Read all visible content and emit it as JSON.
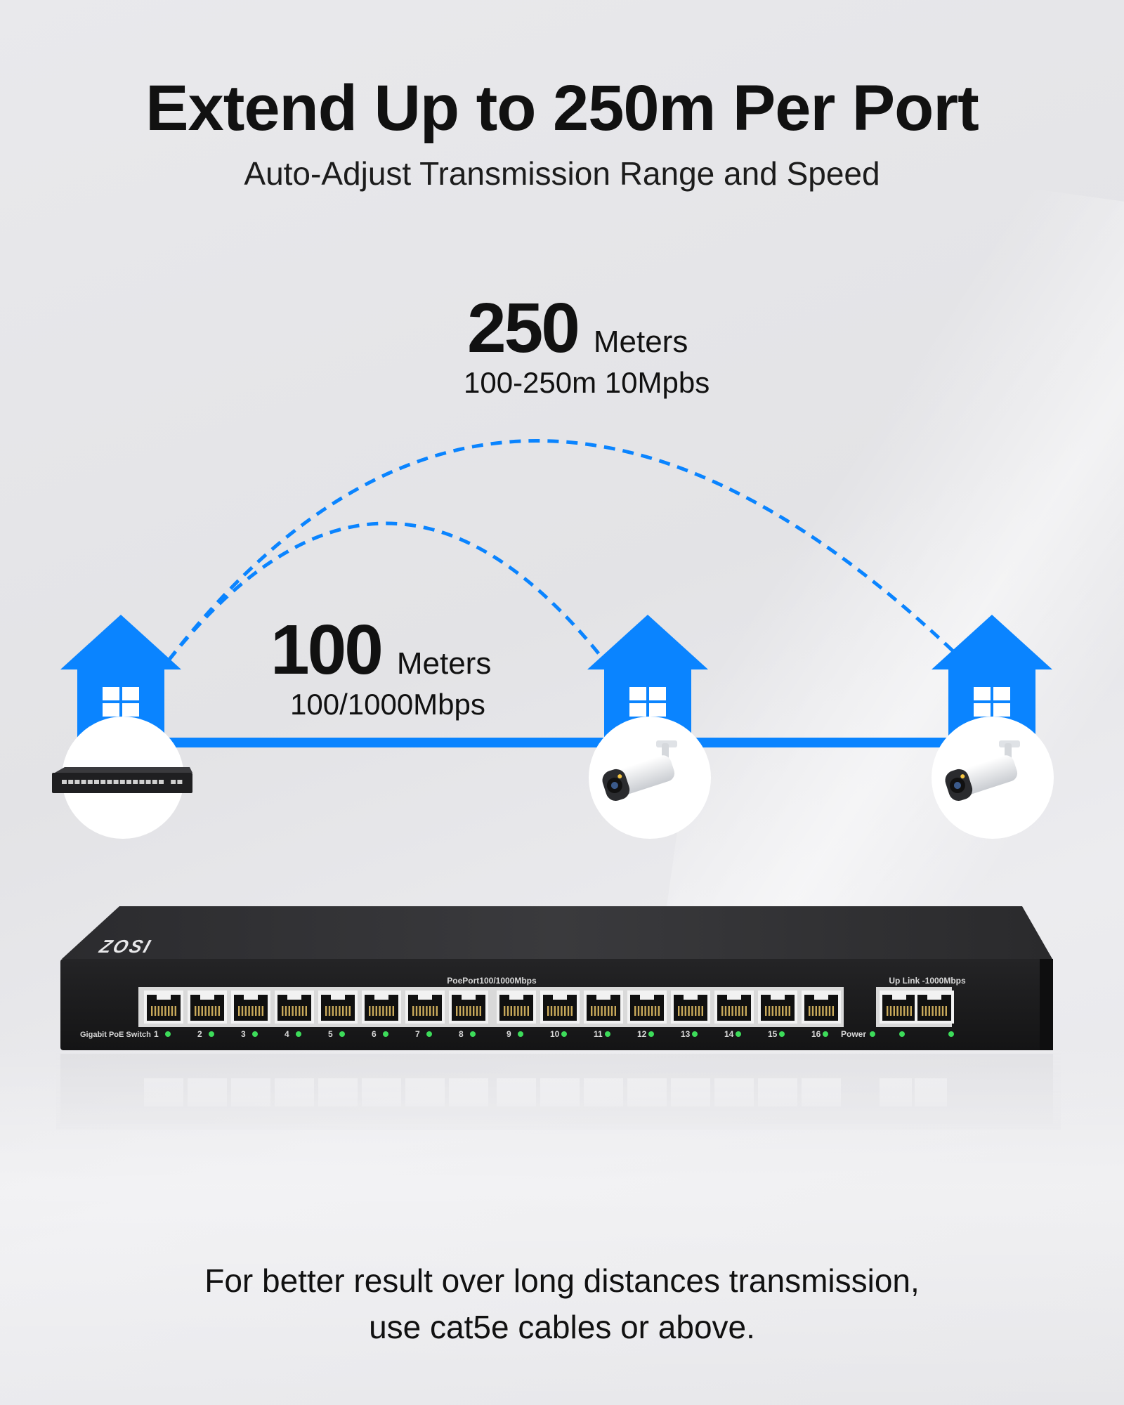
{
  "headline": "Extend Up to 250m Per Port",
  "subheadline": "Auto-Adjust Transmission Range and Speed",
  "long_range": {
    "distance": "250",
    "unit": "Meters",
    "speed": "100-250m 10Mpbs"
  },
  "short_range": {
    "distance": "100",
    "unit": "Meters",
    "speed": "100/1000Mbps"
  },
  "switch": {
    "brand": "ZOSI",
    "model_label": "Gigabit PoE Switch",
    "poe_ports_label": "PoePort100/1000Mbps",
    "uplink_label": "Up Link -1000Mbps",
    "power_label": "Power",
    "port_numbers": [
      "1",
      "2",
      "3",
      "4",
      "5",
      "6",
      "7",
      "8",
      "9",
      "10",
      "11",
      "12",
      "13",
      "14",
      "15",
      "16"
    ]
  },
  "footer": {
    "line1": "For better result over long distances transmission,",
    "line2": "use cat5e cables or above."
  },
  "colors": {
    "accent": "#0a84ff",
    "led": "#3ddc5a",
    "switch_body": "#1d1d1f",
    "background": "#e7e7ea"
  }
}
